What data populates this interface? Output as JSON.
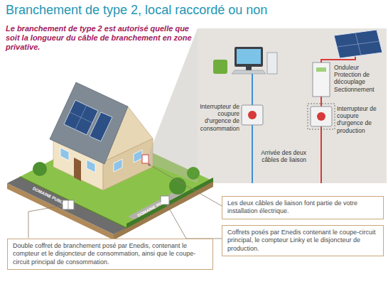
{
  "diagram": {
    "title": "Branchement de type 2, local raccordé ou non",
    "nodes": [
      {
        "text": [
          "Les deux câbles de liaison font partie de votre installation électrique."
        ]
      },
      {
        "text": [
          "Coffrets posés par Enedis contenant le coupe-circuit principal, le compteur Linky et le disjoncteur de production."
        ]
      },
      {
        "text": [
          "Double coffret de branchement posé par Enedis, contenant le compteur et le disjoncteur de consommation, ainsi que le coupe-circuit principal de consommation."
        ]
      }
    ],
    "labels": [
      "Le branchement de type 2 est autorisé quelle que soit la longueur du câble de branchement en zone privative.",
      "Onduleur Protection de découplage Sectionnement",
      "Interrupteur de coupure d'urgence de consommation",
      "Interrupteur de coupure d'urgence de production",
      "Arrivée des deux câbles de liaison",
      "DOMAINE PUBLIC",
      "DOMAINE PRIVÉ"
    ]
  }
}
